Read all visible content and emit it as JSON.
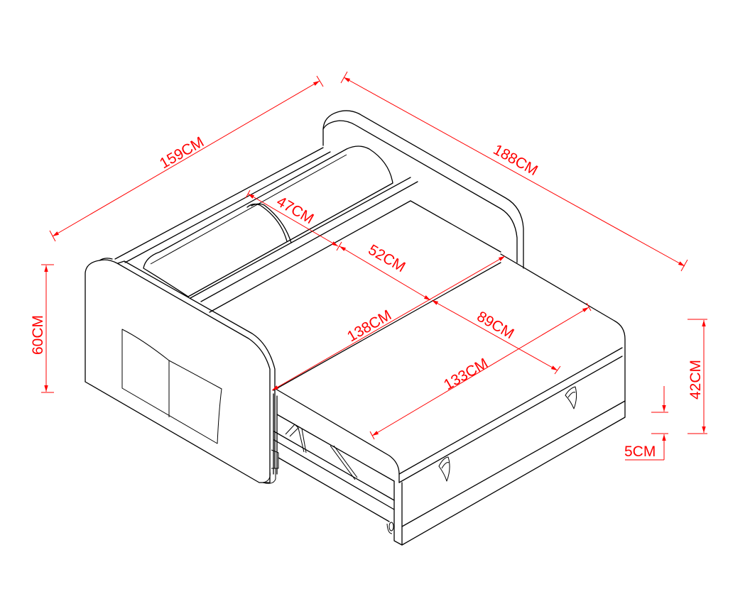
{
  "diagram": {
    "subject": "Sofa bed (extended) isometric dimension drawing",
    "line_color": "#000000",
    "dimension_color": "#ff0000",
    "background": "#ffffff"
  },
  "dimensions": {
    "overall_depth": {
      "label": "159CM"
    },
    "overall_length": {
      "label": "188CM"
    },
    "overall_height": {
      "label": "60CM"
    },
    "backrest_cushion_depth": {
      "label": "47CM"
    },
    "seat_depth": {
      "label": "52CM"
    },
    "mattress_width": {
      "label": "138CM"
    },
    "footrest_depth": {
      "label": "89CM"
    },
    "footrest_width": {
      "label": "133CM"
    },
    "seat_height": {
      "label": "42CM"
    },
    "leg_clearance": {
      "label": "5CM"
    }
  }
}
